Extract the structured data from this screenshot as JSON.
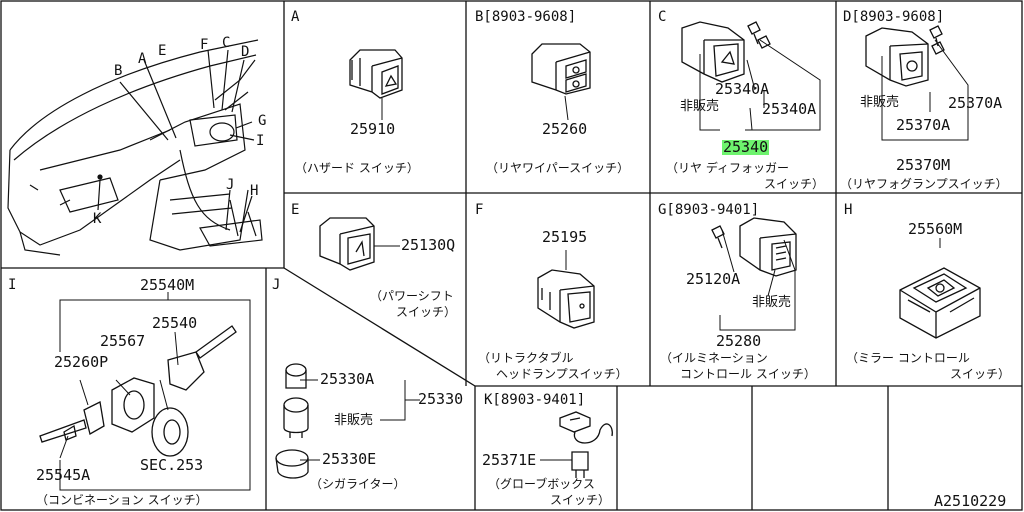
{
  "overview": {
    "labels": [
      "A",
      "B",
      "C",
      "D",
      "E",
      "F",
      "G",
      "H",
      "I",
      "J",
      "K"
    ]
  },
  "panels": {
    "A": {
      "letter": "A",
      "part": "25910",
      "caption": "（ハザード スイッチ）"
    },
    "B": {
      "header": "B[8903-9608]",
      "part": "25260",
      "caption": "（リヤワイパースイッチ）"
    },
    "C": {
      "letter": "C",
      "part_a1": "25340A",
      "part_a2": "25340A",
      "note": "非販売",
      "part": "25340",
      "caption1": "（リヤ ディフォッガー",
      "caption2": "スイッチ）"
    },
    "D": {
      "header": "D[8903-9608]",
      "note": "非販売",
      "part_a1": "25370A",
      "part_a2": "25370A",
      "part": "25370M",
      "caption": "（リヤフォグランプスイッチ）"
    },
    "E": {
      "letter": "E",
      "part": "25130Q",
      "caption1": "（パワーシフト",
      "caption2": "スイッチ）"
    },
    "F": {
      "letter": "F",
      "part": "25195",
      "caption1": "（リトラクタブル",
      "caption2": "ヘッドランプスイッチ）"
    },
    "G": {
      "header": "G[8903-9401]",
      "part_a": "25120A",
      "note": "非販売",
      "part": "25280",
      "caption1": "（イルミネーション",
      "caption2": "コントロール スイッチ）"
    },
    "H": {
      "letter": "H",
      "part": "25560M",
      "caption1": "（ミラー コントロール",
      "caption2": "スイッチ）"
    },
    "I": {
      "letter": "I",
      "part_m": "25540M",
      "part_540": "25540",
      "part_567": "25567",
      "part_260p": "25260P",
      "part_545a": "25545A",
      "sec": "SEC.253",
      "caption": "（コンビネーション スイッチ）"
    },
    "J": {
      "letter": "J",
      "part_a": "25330A",
      "part": "25330",
      "note": "非販売",
      "part_e": "25330E",
      "caption": "（シガライター）"
    },
    "K": {
      "header": "K[8903-9401]",
      "part": "25371E",
      "caption1": "（グローブボックス",
      "caption2": "スイッチ）"
    }
  },
  "footer": {
    "ref": "A2510229"
  }
}
